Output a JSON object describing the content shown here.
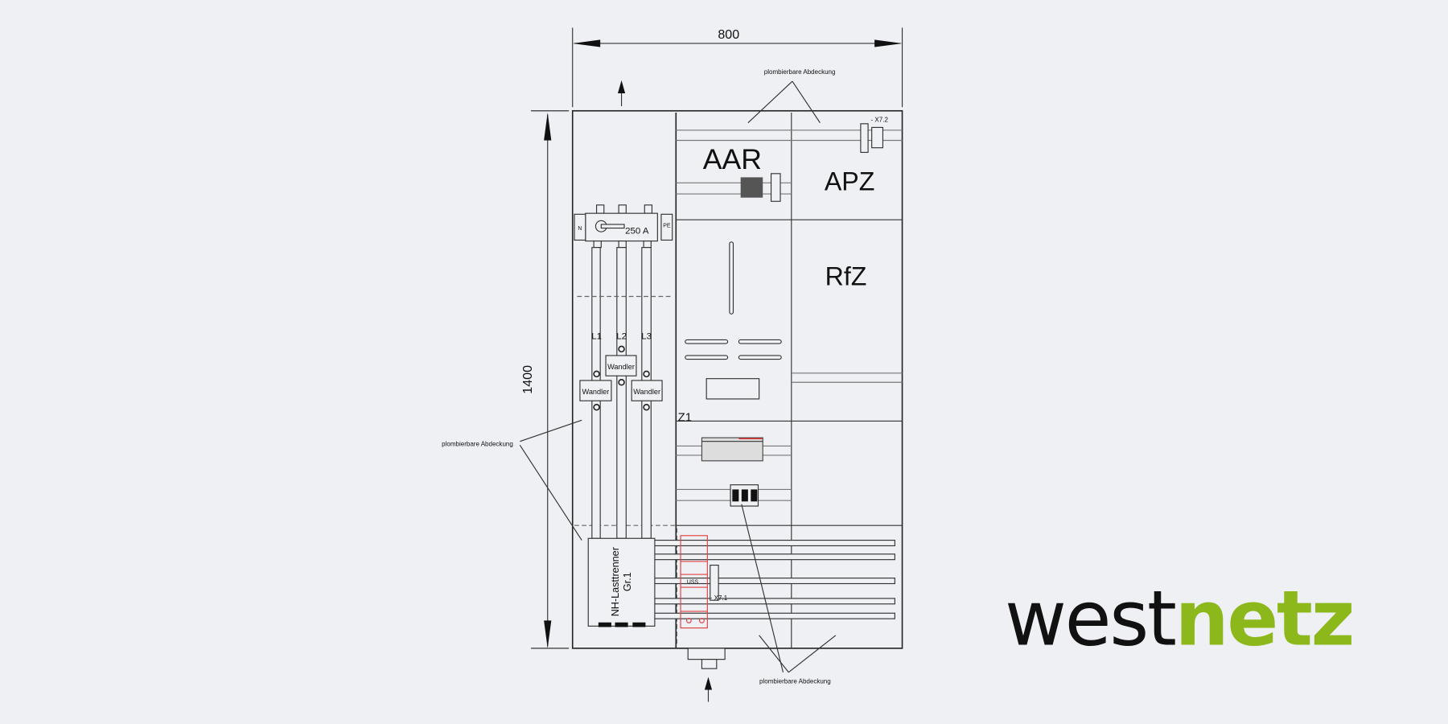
{
  "dimensions": {
    "width": "800",
    "height": "1400"
  },
  "labels": {
    "cover_top": "plombierbare Abdeckung",
    "cover_left": "plombierbare Abdeckung",
    "cover_bottom": "plombierbare Abdeckung",
    "aar": "AAR",
    "apz": "APZ",
    "rfz": "RfZ",
    "z1": "Z1",
    "switch_rating": "250 A",
    "neutral": "N",
    "protective_earth": "PE",
    "phase_l1": "L1",
    "phase_l2": "L2",
    "phase_l3": "L3",
    "transformer_l1": "Wandler",
    "transformer_l2": "Wandler",
    "transformer_l3": "Wandler",
    "nh_switch_line1": "NH-Lasttrenner",
    "nh_switch_line2": "Gr.1",
    "uss": "USS",
    "x71": "- X7.1",
    "x72": "- X7.2"
  },
  "logo": {
    "part1": "west",
    "part2": "netz",
    "color_part1": "#111111",
    "color_part2": "#8cb81c"
  }
}
